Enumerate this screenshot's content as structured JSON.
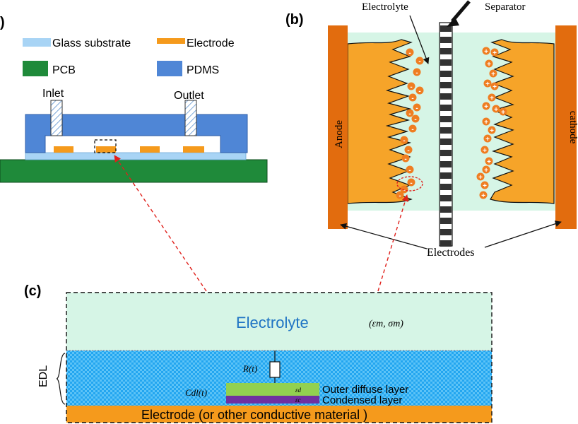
{
  "panel_a": {
    "label": ")",
    "legend": [
      {
        "label": "Glass substrate",
        "color": "#a8d4f5"
      },
      {
        "label": "Electrode",
        "color": "#f59a1c"
      },
      {
        "label": "PCB",
        "color": "#1f8a3a"
      },
      {
        "label": "PDMS",
        "color": "#4f86d6"
      }
    ],
    "inlet_label": "Inlet",
    "outlet_label": "Outlet"
  },
  "panel_b": {
    "label": "(b)",
    "electrolyte_label": "Electrolyte",
    "separator_label": "Separator",
    "anode_label": "Anode",
    "cathode_label": "cathode",
    "electrodes_label": "Electrodes",
    "negative_sign": "-",
    "positive_sign": "+"
  },
  "panel_c": {
    "label": "(c)",
    "electrolyte_label": "Electrolyte",
    "electrolyte_params": "(εm, σm)",
    "edl_label": "EDL",
    "r_symbol": "R(t)",
    "c_symbol": "Cdl(t)",
    "outer_diffuse_label": "Outer diffuse layer",
    "condensed_label": "Condensed layer",
    "outer_symbol": "εd",
    "condensed_symbol": "εc",
    "electrode_label": "Electrode (or other conductive material )"
  },
  "colors": {
    "pdms": "#4f86d6",
    "glass": "#a8d4f5",
    "electrode": "#f59a1c",
    "pcb": "#1f8a3a",
    "anode_orange": "#e26c0e",
    "electrolyte_mint": "#d6f5e6",
    "edl_blue": "#23a6f0",
    "outer_diffuse_green": "#92d050",
    "condensed_purple": "#7030a0",
    "arrow_red": "#e0201b",
    "ion_orange": "#ef7d21"
  }
}
